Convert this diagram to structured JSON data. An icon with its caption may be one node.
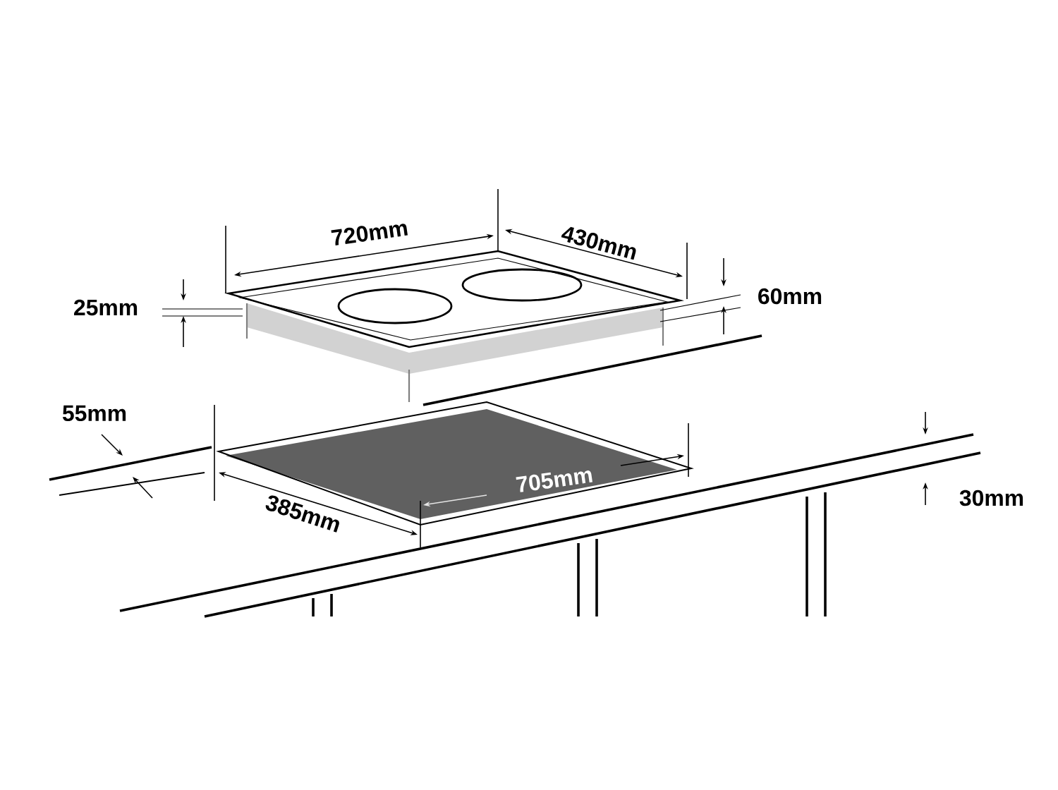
{
  "diagram": {
    "labels": [
      "720mm",
      "430mm",
      "25mm",
      "60mm",
      "55mm",
      "705mm",
      "385mm",
      "30mm"
    ]
  }
}
